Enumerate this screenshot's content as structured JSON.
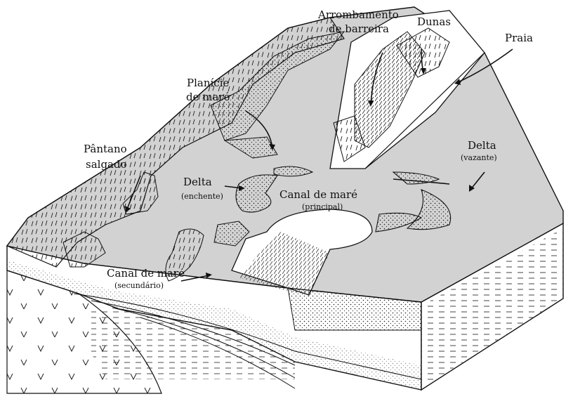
{
  "labels": {
    "arrombamento_line1": "Arrombamento",
    "arrombamento_line2": "de barreira",
    "dunas": "Dunas",
    "praia": "Praia",
    "planicie_line1": "Planície",
    "planicie_line2": "de maré",
    "pantano_line1": "Pântano",
    "pantano_line2": "salgado",
    "delta_enchente": "Delta",
    "delta_enchente_sub": "(enchente)",
    "delta_vazante": "Delta",
    "delta_vazante_sub": "(vazante)",
    "canal_principal": "Canal de maré",
    "canal_principal_sub": "(principal)",
    "canal_secundario": "Canal de maré",
    "canal_secundario_sub": "(secundário)"
  },
  "colors": {
    "water_surface": "#d2d2d2",
    "ink": "#111111",
    "sand": "#ffffff"
  }
}
